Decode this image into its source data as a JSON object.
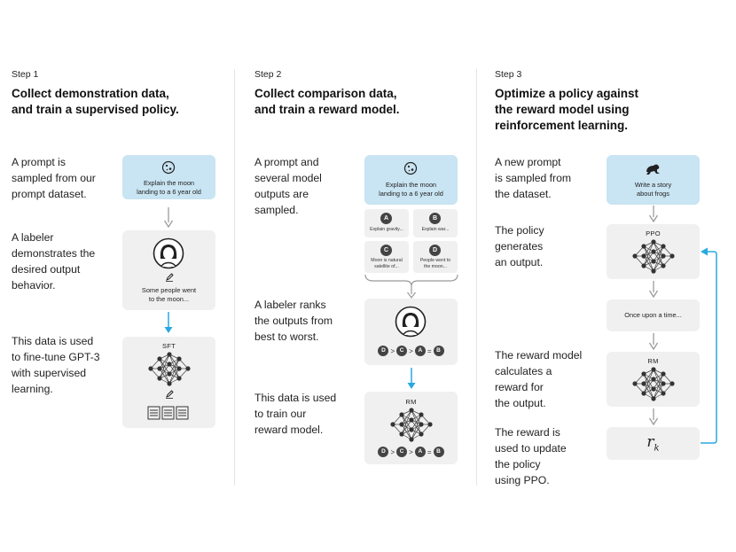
{
  "colors": {
    "prompt_box": "#c9e4f2",
    "step_box": "#f0f0f0",
    "accent_arrow": "#29a8e0",
    "gray_arrow": "#9a9a9a",
    "node_dark": "#444444"
  },
  "step1": {
    "label": "Step 1",
    "title_line1": "Collect demonstration data,",
    "title_line2": "and train a supervised policy.",
    "desc1": [
      "A prompt is",
      "sampled from our",
      "prompt dataset."
    ],
    "desc2": [
      "A labeler",
      "demonstrates the",
      "desired output",
      "behavior."
    ],
    "desc3": [
      "This data is used",
      "to fine-tune GPT-3",
      "with supervised",
      "learning."
    ],
    "prompt_icon": "moon-icon",
    "prompt_text": [
      "Explain the moon",
      "landing to a 6 year old"
    ],
    "demo_text": [
      "Some people went",
      "to the moon..."
    ],
    "model_label": "SFT"
  },
  "step2": {
    "label": "Step 2",
    "title_line1": "Collect comparison data,",
    "title_line2": "and train a reward model.",
    "desc1": [
      "A prompt and",
      "several model",
      "outputs are",
      "sampled."
    ],
    "desc2": [
      "A labeler ranks",
      "the outputs from",
      "best to worst."
    ],
    "desc3": [
      "This data is used",
      "to train our",
      "reward model."
    ],
    "prompt_text": [
      "Explain the moon",
      "landing to a 6 year old"
    ],
    "outputs": [
      {
        "letter": "A",
        "text": [
          "Explain gravity..."
        ]
      },
      {
        "letter": "B",
        "text": [
          "Explain war..."
        ]
      },
      {
        "letter": "C",
        "text": [
          "Moon is natural",
          "satellite of..."
        ]
      },
      {
        "letter": "D",
        "text": [
          "People went to",
          "the moon..."
        ]
      }
    ],
    "ranking": [
      "D",
      ">",
      "C",
      ">",
      "A",
      "=",
      "B"
    ],
    "model_label": "RM"
  },
  "step3": {
    "label": "Step 3",
    "title_line1": "Optimize a policy against",
    "title_line2": "the reward model using",
    "title_line3": "reinforcement learning.",
    "desc1": [
      "A new prompt",
      "is sampled from",
      "the dataset."
    ],
    "desc2": [
      "The policy",
      "generates",
      "an output."
    ],
    "desc3": [
      "The reward model",
      "calculates a",
      "reward for",
      "the output."
    ],
    "desc4": [
      "The reward is",
      "used to update",
      "the policy",
      "using PPO."
    ],
    "prompt_icon": "frog-icon",
    "prompt_text": [
      "Write a story",
      "about frogs"
    ],
    "policy_label": "PPO",
    "output_text": "Once upon a time...",
    "model_label": "RM",
    "reward_symbol": "r",
    "reward_subscript": "k"
  }
}
